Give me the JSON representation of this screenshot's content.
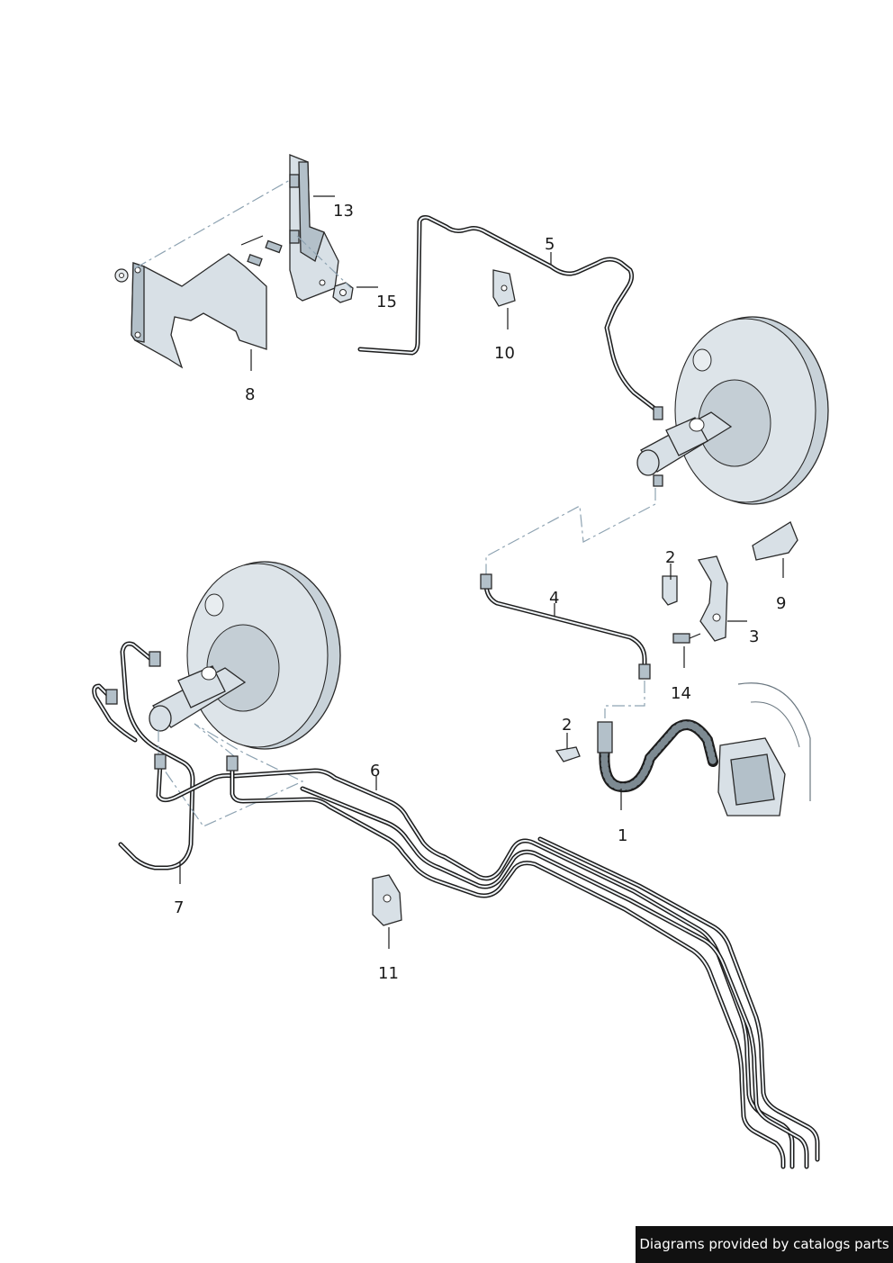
{
  "diagram": {
    "callouts": {
      "c1": "1",
      "c2a": "2",
      "c2b": "2",
      "c3": "3",
      "c4": "4",
      "c5": "5",
      "c6": "6",
      "c7": "7",
      "c8": "8",
      "c9": "9",
      "c10": "10",
      "c11": "11",
      "c13": "13",
      "c14": "14",
      "c15": "15"
    },
    "colors": {
      "part_fill": "#d8e0e6",
      "part_shade": "#b3c0c9",
      "outline": "#1c1c1c",
      "dash_line": "#8ea3b2"
    }
  },
  "footer": {
    "credit": "Diagrams provided by catalogs parts"
  }
}
